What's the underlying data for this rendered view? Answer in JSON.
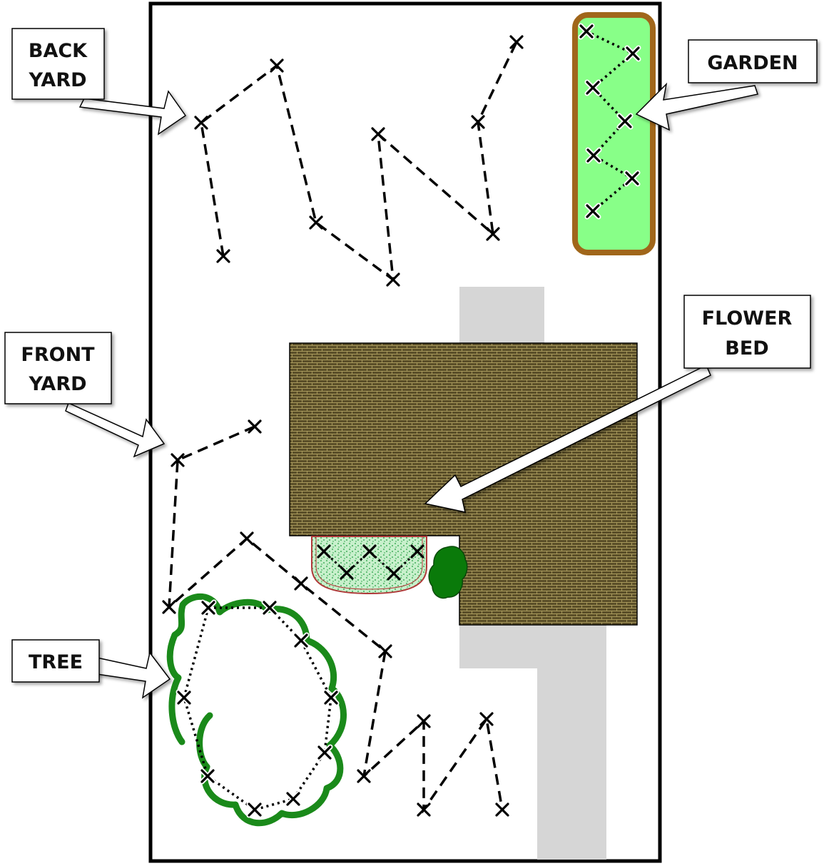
{
  "labels": {
    "back_yard": [
      "BACK",
      "YARD"
    ],
    "garden": [
      "GARDEN"
    ],
    "front_yard": [
      "FRONT",
      "YARD"
    ],
    "flower_bed": [
      "FLOWER",
      "BED"
    ],
    "tree": [
      "TREE"
    ]
  },
  "colors": {
    "lot_border": "#000000",
    "garden_fill": "#88ff88",
    "garden_border": "#a0661a",
    "house_fill": "#5a4e28",
    "house_brick_line": "#a8995c",
    "driveway": "#d6d6d6",
    "tree_outline": "#1a8a1a",
    "bush": "#0a7a0a",
    "flower_bed_fill": "#c8f0cc",
    "flower_bed_border": "#b03a3a"
  },
  "icons": {
    "sample_point": "x-mark",
    "path_line": "dashed-line",
    "garden_path": "dotted-line",
    "callout": "block-arrow"
  }
}
